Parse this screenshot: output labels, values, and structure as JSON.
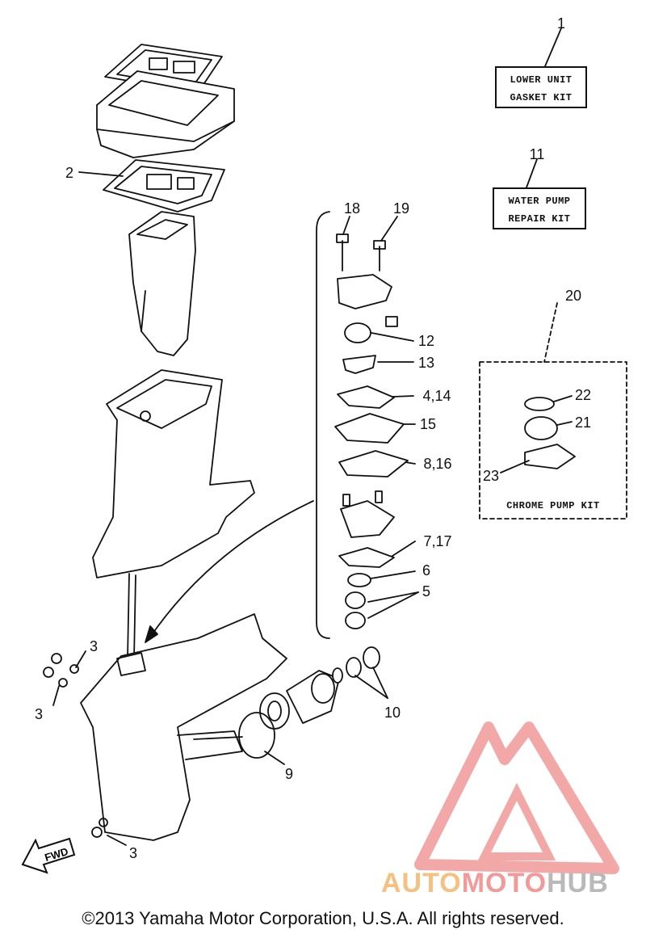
{
  "kits": {
    "lower_unit": {
      "number": "1",
      "line1": "LOWER UNIT",
      "line2": "GASKET KIT"
    },
    "water_pump": {
      "number": "11",
      "line1": "WATER PUMP",
      "line2": "REPAIR KIT"
    },
    "chrome_pump": {
      "number": "20",
      "label": "CHROME PUMP KIT"
    }
  },
  "callouts": {
    "c2": "2",
    "c3a": "3",
    "c3b": "3",
    "c3c": "3",
    "c4_14": "4,14",
    "c5": "5",
    "c6": "6",
    "c7_17": "7,17",
    "c8_16": "8,16",
    "c9": "9",
    "c10": "10",
    "c12": "12",
    "c13": "13",
    "c15": "15",
    "c18": "18",
    "c19": "19",
    "c21": "21",
    "c22": "22",
    "c23": "23"
  },
  "fwd_label": "FWD",
  "watermark": {
    "part1": "AUTO",
    "part2": "MOTO",
    "part3": "HUB"
  },
  "copyright": "©2013 Yamaha Motor Corporation, U.S.A. All rights reserved.",
  "colors": {
    "line": "#111111",
    "watermark_red": "#f29a9a",
    "watermark_orange": "#f5c080",
    "watermark_gray": "#b9b9b9"
  }
}
